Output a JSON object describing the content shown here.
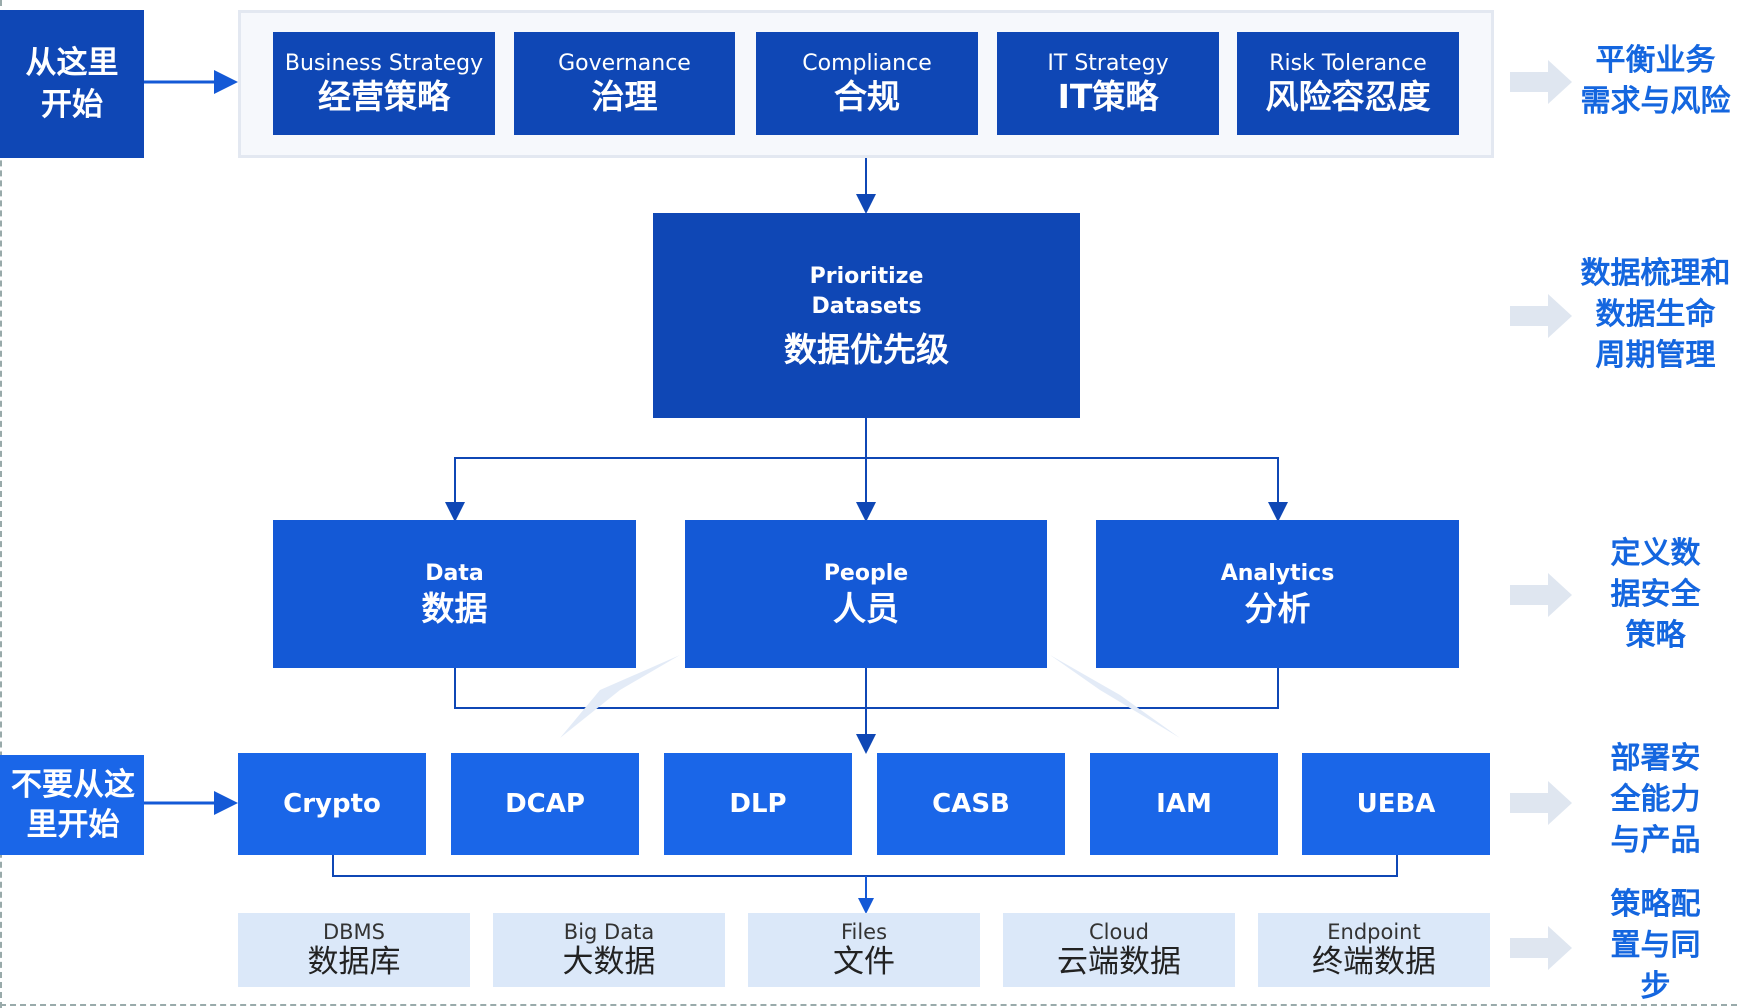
{
  "start_here": "从这里开始",
  "dont_start_here": "不要从这里开始",
  "top_row": [
    {
      "en": "Business Strategy",
      "cn": "经营策略"
    },
    {
      "en": "Governance",
      "cn": "治理"
    },
    {
      "en": "Compliance",
      "cn": "合规"
    },
    {
      "en": "IT Strategy",
      "cn": "IT策略"
    },
    {
      "en": "Risk Tolerance",
      "cn": "风险容忍度"
    }
  ],
  "prioritize": {
    "en_line1": "Prioritize",
    "en_line2": "Datasets",
    "cn": "数据优先级"
  },
  "middle_row": [
    {
      "en": "Data",
      "cn": "数据"
    },
    {
      "en": "People",
      "cn": "人员"
    },
    {
      "en": "Analytics",
      "cn": "分析"
    }
  ],
  "tools": [
    "Crypto",
    "DCAP",
    "DLP",
    "CASB",
    "IAM",
    "UEBA"
  ],
  "targets": [
    {
      "en": "DBMS",
      "cn": "数据库"
    },
    {
      "en": "Big Data",
      "cn": "大数据"
    },
    {
      "en": "Files",
      "cn": "文件"
    },
    {
      "en": "Cloud",
      "cn": "云端数据"
    },
    {
      "en": "Endpoint",
      "cn": "终端数据"
    }
  ],
  "side_labels": [
    {
      "line1": "平衡业务",
      "line2": "需求与风险"
    },
    {
      "line1": "数据梳理和",
      "line2": "数据生命",
      "line3": "周期管理"
    },
    {
      "line1": "定义数",
      "line2": "据安全",
      "line3": "策略"
    },
    {
      "line1": "部署安",
      "line2": "全能力",
      "line3": "与产品"
    },
    {
      "line1": "策略配",
      "line2": "置与同",
      "line3": "步"
    }
  ],
  "colors": {
    "dark_blue": "#0f47b5",
    "bright_blue": "#1a66e8",
    "light_blue": "#dbe8f9",
    "accent_text": "#1466df"
  }
}
